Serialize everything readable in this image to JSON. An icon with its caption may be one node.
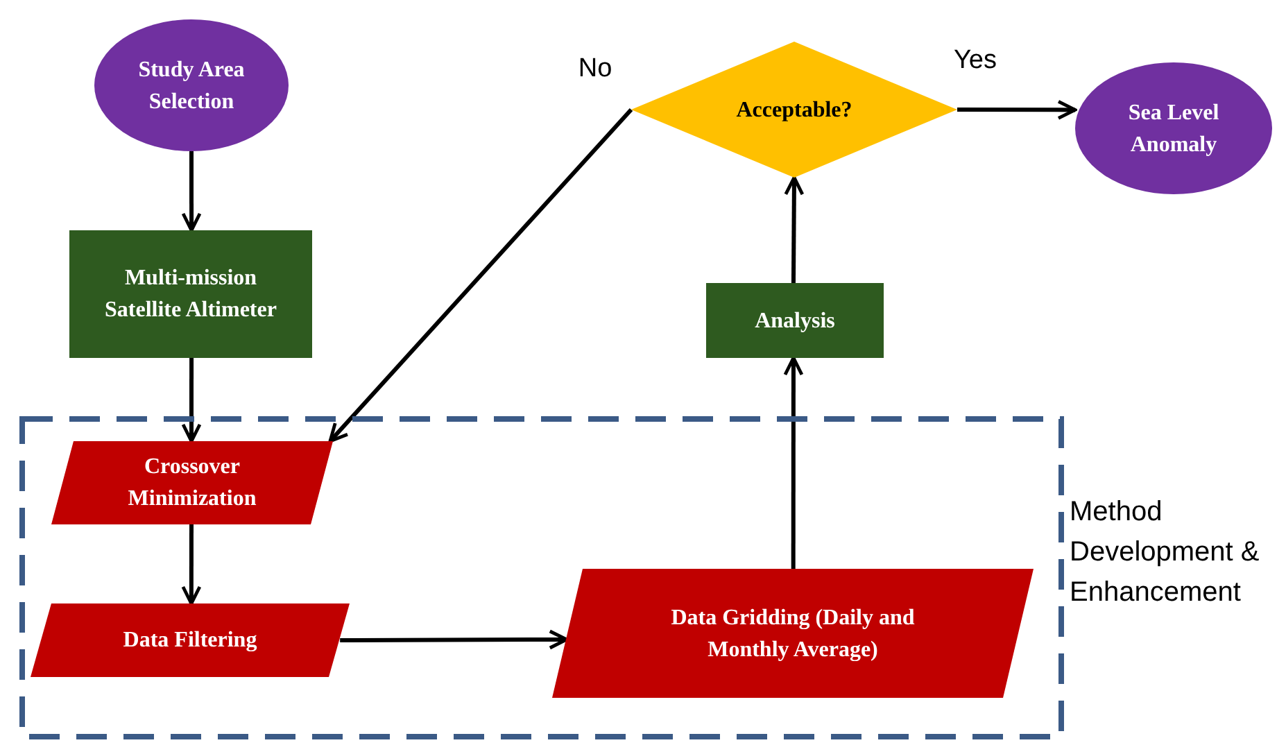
{
  "diagram": {
    "nodes": [
      {
        "text": [
          "Study Area Selection"
        ]
      },
      {
        "text": [
          "Acceptable?"
        ]
      },
      {
        "text": [
          "Sea Level Anomaly"
        ]
      },
      {
        "text": [
          "Multi-mission Satellite Altimeter"
        ]
      },
      {
        "text": [
          "Analysis"
        ]
      },
      {
        "text": [
          "Method Development & Enhancement"
        ]
      },
      {
        "text": [
          "Crossover Minimization"
        ],
        "in": 5
      },
      {
        "text": [
          "Data Filtering"
        ],
        "in": 5
      },
      {
        "text": [
          "Data Gridding (Daily and Monthly Average)"
        ],
        "in": 5
      }
    ],
    "edges": [
      {
        "from": 0,
        "to": 3,
        "arrow": "to"
      },
      {
        "from": 3,
        "to": 6,
        "arrow": "to"
      },
      {
        "from": 6,
        "to": 7,
        "arrow": "to"
      },
      {
        "from": 7,
        "to": 8,
        "arrow": "to"
      },
      {
        "from": 8,
        "to": 4,
        "arrow": "to"
      },
      {
        "from": 4,
        "to": 1,
        "arrow": "to"
      },
      {
        "from": 1,
        "to": 2,
        "arrow": "to",
        "label": "Yes"
      },
      {
        "from": 1,
        "to": 6,
        "arrow": "to",
        "label": "No"
      }
    ]
  }
}
